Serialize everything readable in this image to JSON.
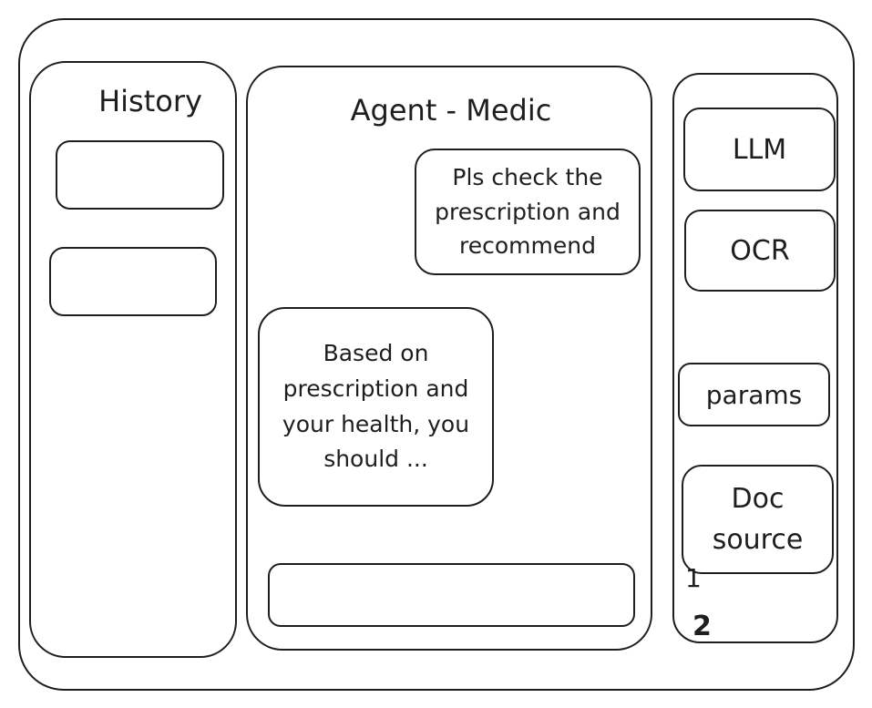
{
  "history": {
    "title": "History",
    "items": [
      "",
      ""
    ]
  },
  "chat": {
    "title": "Agent - Medic",
    "messages": [
      {
        "role": "user",
        "text": "Pls check the prescription and recommend"
      },
      {
        "role": "agent",
        "text": "Based on prescription and your health, you should ..."
      }
    ],
    "input_value": ""
  },
  "settings": {
    "llm_label": "LLM",
    "ocr_label": "OCR",
    "params_label": "params",
    "doc_source_label": "Doc source",
    "doc_items": [
      "1",
      "2"
    ]
  }
}
